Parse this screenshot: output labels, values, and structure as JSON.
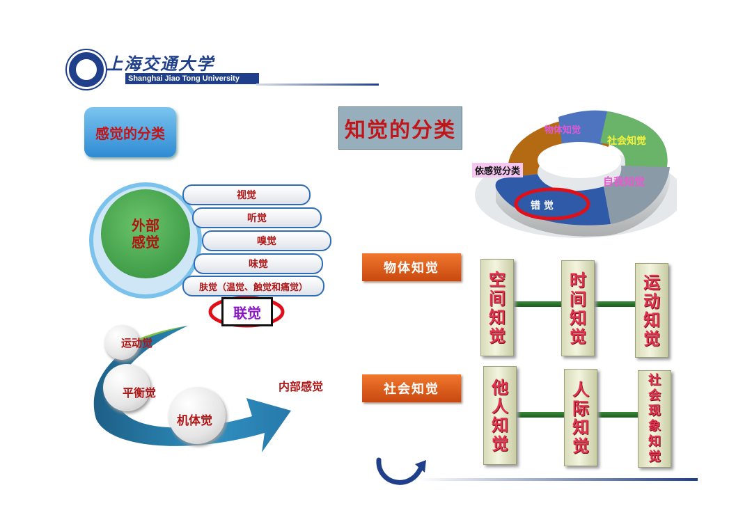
{
  "header": {
    "university_cn": "上海交通大学",
    "university_en": "Shanghai Jiao Tong University"
  },
  "sensation": {
    "title": "感觉的分类",
    "external": {
      "label_line1": "外部",
      "label_line2": "感觉",
      "items": [
        "视觉",
        "听觉",
        "嗅觉",
        "味觉",
        "肤觉（温觉、触觉和痛觉）"
      ]
    },
    "synesthesia": "联觉",
    "internal": {
      "label": "内部感觉",
      "items": [
        "运动觉",
        "平衡觉",
        "机体觉"
      ]
    }
  },
  "perception": {
    "title": "知觉的分类",
    "donut": {
      "segments": [
        "物体知觉",
        "社会知觉",
        "自我知觉",
        "错 觉",
        "依感觉分类"
      ],
      "colors": [
        "#4f74bf",
        "#6ab46a",
        "#8a9aa6",
        "#2e5aa8",
        "#b46a12"
      ]
    },
    "object_perception": {
      "label": "物体知觉",
      "pillars": [
        "空间知觉",
        "时间知觉",
        "运动知觉"
      ]
    },
    "social_perception": {
      "label": "社会知觉",
      "pillars": [
        "他人知觉",
        "人际知觉",
        "社会现象知觉"
      ]
    }
  }
}
